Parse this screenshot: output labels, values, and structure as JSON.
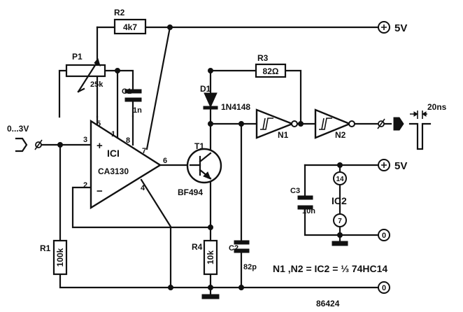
{
  "diagram": {
    "supply_5v_label": "5V",
    "ground_label": "0",
    "input_range_label": "0...3V",
    "pulse_width_label": "20ns",
    "part_code": "86424",
    "formula": "N1 ,N2 = IC2 = ⅓ 74HC14",
    "components": {
      "R1": {
        "ref": "R1",
        "value": "100k"
      },
      "R2": {
        "ref": "R2",
        "value": "4k7"
      },
      "R3": {
        "ref": "R3",
        "value": "82Ω"
      },
      "R4": {
        "ref": "R4",
        "value": "10k"
      },
      "P1": {
        "ref": "P1",
        "value": "25k"
      },
      "C1": {
        "ref": "C1",
        "value": "1n"
      },
      "C2": {
        "ref": "C2",
        "value": "82p"
      },
      "C3": {
        "ref": "C3",
        "value": "10n"
      },
      "D1": {
        "ref": "D1",
        "value": "1N4148"
      },
      "T1": {
        "ref": "T1",
        "value": "BF494"
      },
      "IC1": {
        "ref": "ICI",
        "value": "CA3130"
      },
      "IC2": {
        "ref": "IC2"
      },
      "N1": {
        "ref": "N1"
      },
      "N2": {
        "ref": "N2"
      }
    },
    "opamp_pins": {
      "p1": "1",
      "p2": "2",
      "p3": "3",
      "p4": "4",
      "p5": "5",
      "p6": "6",
      "p7": "7",
      "p8": "8"
    },
    "opamp_signs": {
      "plus": "+",
      "minus": "−"
    },
    "ic2_pins": {
      "vcc": "14",
      "gnd": "7"
    }
  }
}
